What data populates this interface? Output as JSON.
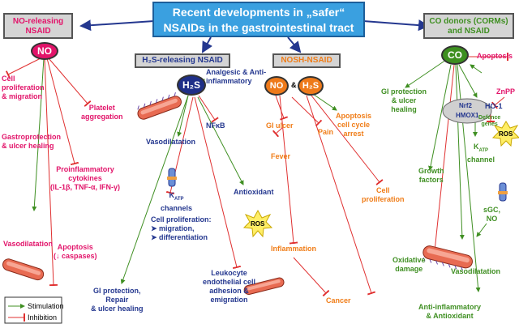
{
  "title": {
    "line1": "Recent developments in „safer“",
    "line2": "NSAIDs in the gastrointestinal tract"
  },
  "sections": {
    "no_nsaid": {
      "line1": "NO-releasing",
      "line2": "NSAID"
    },
    "h2s_nsaid": "H₂S-releasing NSAID",
    "nosh_nsaid": "NOSH-NSAID",
    "co_nsaid": {
      "line1": "CO donors (CORMs)",
      "line2": "and NSAID"
    }
  },
  "nodes": {
    "no": "NO",
    "h2s": "H₂S",
    "nosh_no": "NO",
    "nosh_amp": "&",
    "nosh_h2s": "H₂S",
    "co": "CO"
  },
  "no_effects": {
    "cell_prolif": [
      "Cell",
      "proliferation",
      "& migration"
    ],
    "platelet": [
      "Platelet",
      "aggregation"
    ],
    "gastro": [
      "Gastroprotection",
      "& ulcer healing"
    ],
    "cytokines": [
      "Proinflammatory",
      "cytokines",
      "(IL-1β, TNF-α, IFN-γ)"
    ],
    "vasodil": "Vasodilatation",
    "apoptosis": [
      "Apoptosis",
      "(↓ caspases)"
    ]
  },
  "h2s_effects": {
    "analgesic": [
      "Analgesic & Anti-",
      "inflammatory"
    ],
    "nfkb": "NFκB",
    "vasodil": "Vasodilatation",
    "katp": [
      "K",
      "ATP",
      "channels"
    ],
    "antioxidant": "Antioxidant",
    "ros": "ROS",
    "cell_prolif": [
      "Cell proliferation:",
      "migration,",
      "differentiation"
    ],
    "gi_protection": [
      "GI protection,",
      "Repair",
      "& ulcer healing"
    ],
    "leukocyte": [
      "Leukocyte",
      "endothelial cell",
      "adhesion &",
      "emigration"
    ]
  },
  "nosh_effects": {
    "gi_ulcer": "GI ulcer",
    "pain": "Pain",
    "apoptosis": [
      "Apoptosis",
      "cell cycle",
      "arrest"
    ],
    "fever": "Fever",
    "cell_prolif": [
      "Cell",
      "proliferation"
    ],
    "inflammation": "Inflammation",
    "cancer": "Cancer"
  },
  "co_effects": {
    "apoptosis": "Apoptosis",
    "gi_protection": [
      "GI protection",
      "& ulcer",
      "healing"
    ],
    "znpp": "ZnPP",
    "nrf2": "Nrf2",
    "hmox1": "HMOX1",
    "ho1": "HO-1",
    "defence": [
      "Defence",
      "genes"
    ],
    "ros": "ROS",
    "growth": [
      "Growth",
      "factors"
    ],
    "katp": [
      "K",
      "ATP",
      "channel"
    ],
    "sgc": [
      "sGC,",
      "NO"
    ],
    "vasodil": "Vasodilatation",
    "oxidative": [
      "Oxidative",
      "damage"
    ],
    "antiinflam": [
      "Anti-inflammatory",
      "& Antioxidant"
    ]
  },
  "legend": {
    "stimulation": "Stimulation",
    "inhibition": "Inhibition"
  },
  "colors": {
    "pink": "#e2146a",
    "blue": "#24378f",
    "orange": "#f07d18",
    "green": "#3f8f22",
    "title_bg": "#3aa0e0",
    "section_bg": "#d4d4d4",
    "co_node": "#3d8f1f",
    "nosh_node": "#ee7a1a",
    "h2s_node": "#1f2f88",
    "no_node": "#e2146a"
  }
}
